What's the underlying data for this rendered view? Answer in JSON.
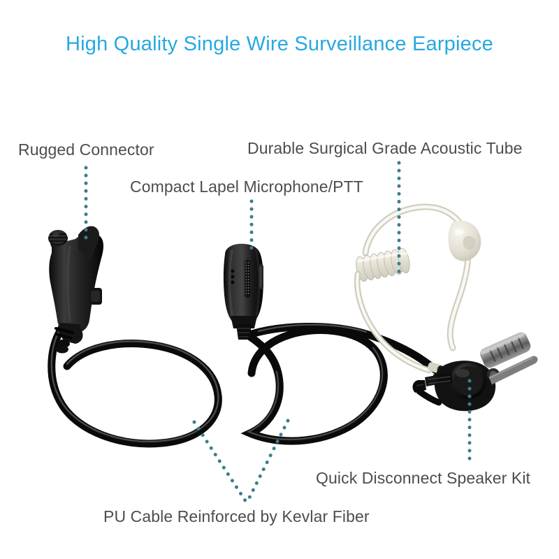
{
  "page": {
    "title": "High Quality Single Wire Surveillance Earpiece",
    "background_color": "#ffffff",
    "title_color": "#26a9e0",
    "label_color": "#4d4d4d",
    "leader_dot_color": "#3c7f8c"
  },
  "callouts": [
    {
      "id": "rugged-connector",
      "label": "Rugged Connector",
      "leader": "vertical-dotted"
    },
    {
      "id": "acoustic-tube",
      "label": "Durable Surgical Grade Acoustic Tube",
      "leader": "vertical-dotted"
    },
    {
      "id": "lapel-mic",
      "label": "Compact Lapel Microphone/PTT",
      "leader": "vertical-dotted"
    },
    {
      "id": "speaker-kit",
      "label": "Quick Disconnect Speaker Kit",
      "leader": "vertical-dotted"
    },
    {
      "id": "pu-cable",
      "label": "PU Cable Reinforced by Kevlar Fiber",
      "leader": "v-shaped-dotted"
    }
  ],
  "product": {
    "name": "single-wire-surveillance-earpiece",
    "parts": [
      "rugged-radio-connector",
      "coiled-ptt-cable",
      "lapel-microphone-ptt-module",
      "quick-disconnect-speaker",
      "alligator-clothing-clip",
      "acoustic-coil-tube",
      "ear-insert-tip"
    ],
    "colors": {
      "cable": "#111111",
      "connector_body": "#1c1c1c",
      "acoustic_tube": "#ece9e2",
      "clip_metal": "#8b8b8b"
    }
  }
}
